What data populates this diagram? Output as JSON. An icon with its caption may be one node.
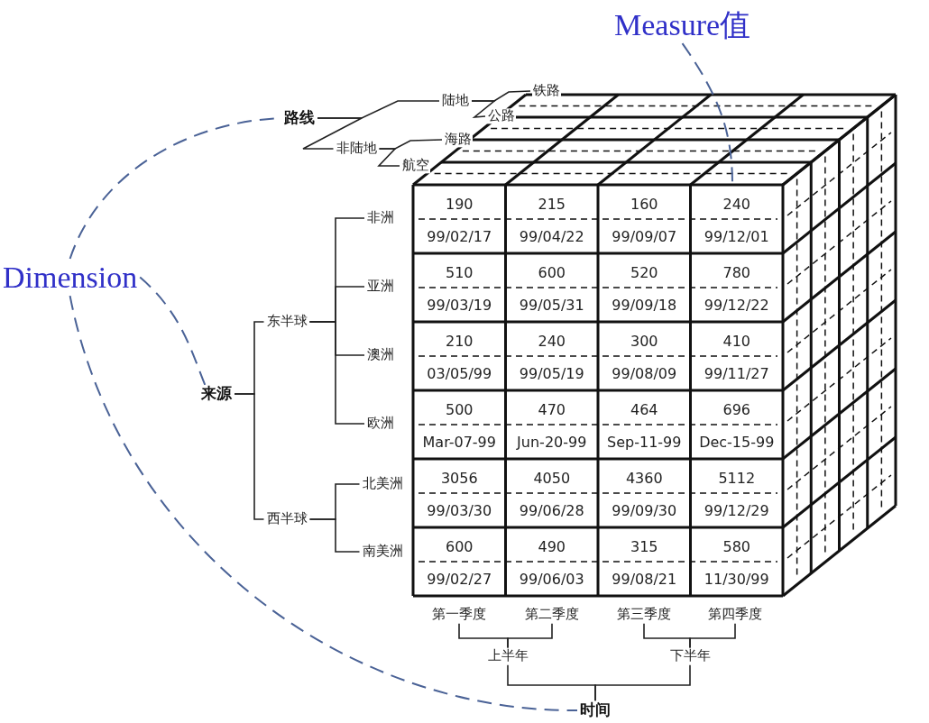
{
  "diagram": {
    "nodes": [
      {
        "text": [
          "Dimension"
        ]
      },
      {
        "text": [
          "Measure值"
        ]
      },
      {
        "text": [
          "路线"
        ]
      },
      {
        "text": [
          "陆地"
        ]
      },
      {
        "text": [
          "铁路"
        ]
      },
      {
        "text": [
          "公路"
        ]
      },
      {
        "text": [
          "非陆地"
        ]
      },
      {
        "text": [
          "海路"
        ]
      },
      {
        "text": [
          "航空"
        ]
      },
      {
        "text": [
          "来源"
        ]
      },
      {
        "text": [
          "东半球"
        ]
      },
      {
        "text": [
          "非洲"
        ]
      },
      {
        "text": [
          "亚洲"
        ]
      },
      {
        "text": [
          "澳洲"
        ]
      },
      {
        "text": [
          "欧洲"
        ]
      },
      {
        "text": [
          "西半球"
        ]
      },
      {
        "text": [
          "北美洲"
        ]
      },
      {
        "text": [
          "南美洲"
        ]
      },
      {
        "text": [
          "第一季度"
        ]
      },
      {
        "text": [
          "第二季度"
        ]
      },
      {
        "text": [
          "第三季度"
        ]
      },
      {
        "text": [
          "第四季度"
        ]
      },
      {
        "text": [
          "上半年"
        ]
      },
      {
        "text": [
          "下半年"
        ]
      },
      {
        "text": [
          "时间"
        ]
      }
    ],
    "edges": [
      {
        "from": 0,
        "to": 2,
        "arrow": "none",
        "style": "dashed",
        "color": "#4a6296"
      },
      {
        "from": 0,
        "to": 9,
        "arrow": "none",
        "style": "dashed",
        "color": "#4a6296"
      },
      {
        "from": 0,
        "to": 24,
        "arrow": "none",
        "style": "dashed",
        "color": "#4a6296"
      },
      {
        "from": 1,
        "to": null,
        "arrow": "none",
        "style": "dashed",
        "color": "#4a6296"
      },
      {
        "from": 2,
        "to": 3,
        "arrow": "none"
      },
      {
        "from": 2,
        "to": 6,
        "arrow": "none"
      },
      {
        "from": 3,
        "to": 4,
        "arrow": "none"
      },
      {
        "from": 3,
        "to": 5,
        "arrow": "none"
      },
      {
        "from": 6,
        "to": 7,
        "arrow": "none"
      },
      {
        "from": 6,
        "to": 8,
        "arrow": "none"
      },
      {
        "from": 9,
        "to": 10,
        "arrow": "none"
      },
      {
        "from": 9,
        "to": 15,
        "arrow": "none"
      },
      {
        "from": 10,
        "to": 11,
        "arrow": "none"
      },
      {
        "from": 10,
        "to": 12,
        "arrow": "none"
      },
      {
        "from": 10,
        "to": 13,
        "arrow": "none"
      },
      {
        "from": 10,
        "to": 14,
        "arrow": "none"
      },
      {
        "from": 15,
        "to": 16,
        "arrow": "none"
      },
      {
        "from": 15,
        "to": 17,
        "arrow": "none"
      },
      {
        "from": 22,
        "to": 18,
        "arrow": "none"
      },
      {
        "from": 22,
        "to": 19,
        "arrow": "none"
      },
      {
        "from": 23,
        "to": 20,
        "arrow": "none"
      },
      {
        "from": 23,
        "to": 21,
        "arrow": "none"
      },
      {
        "from": 24,
        "to": 22,
        "arrow": "none"
      },
      {
        "from": 24,
        "to": 23,
        "arrow": "none"
      }
    ],
    "labels": [
      "190",
      "215",
      "160",
      "240",
      "99/02/17",
      "99/04/22",
      "99/09/07",
      "99/12/01",
      "510",
      "600",
      "520",
      "780",
      "99/03/19",
      "99/05/31",
      "99/09/18",
      "99/12/22",
      "210",
      "240",
      "300",
      "410",
      "03/05/99",
      "99/05/19",
      "99/08/09",
      "99/11/27",
      "500",
      "470",
      "464",
      "696",
      "Mar-07-99",
      "Jun-20-99",
      "Sep-11-99",
      "Dec-15-99",
      "3056",
      "4050",
      "4360",
      "5112",
      "99/03/30",
      "99/06/28",
      "99/09/30",
      "99/12/29",
      "600",
      "490",
      "315",
      "580",
      "99/02/27",
      "99/06/03",
      "99/08/21",
      "11/30/99"
    ]
  }
}
